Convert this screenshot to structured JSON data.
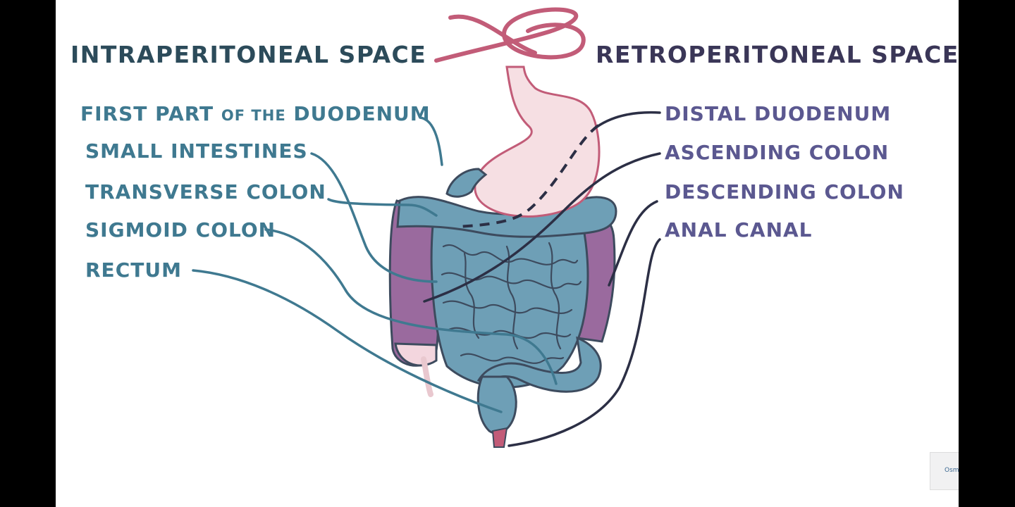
{
  "headings": {
    "intraperitoneal": "INTRAPERITONEAL SPACE",
    "retroperitoneal": "RETROPERITONEAL SPACE"
  },
  "left_labels": {
    "first_part": "FIRST PART",
    "of_the": "OF THE",
    "duodenum": "DUODENUM",
    "small_intestines": "SMALL INTESTINES",
    "transverse_colon": "TRANSVERSE COLON",
    "sigmoid_colon": "SIGMOID COLON",
    "rectum": "RECTUM"
  },
  "right_labels": {
    "distal_duodenum": "DISTAL DUODENUM",
    "ascending_colon": "ASCENDING COLON",
    "descending_colon": "DESCENDING COLON",
    "anal_canal": "ANAL CANAL"
  },
  "watermark": "Osmosis",
  "colors": {
    "intraperitoneal_text": "#3f7990",
    "retroperitoneal_text": "#5b5890",
    "peritoneum_symbol": "#c25c78",
    "intestine_blue": "#6e9fb6",
    "colon_purple": "#9a6a9e",
    "stomach_pink": "#f6dfe3"
  }
}
